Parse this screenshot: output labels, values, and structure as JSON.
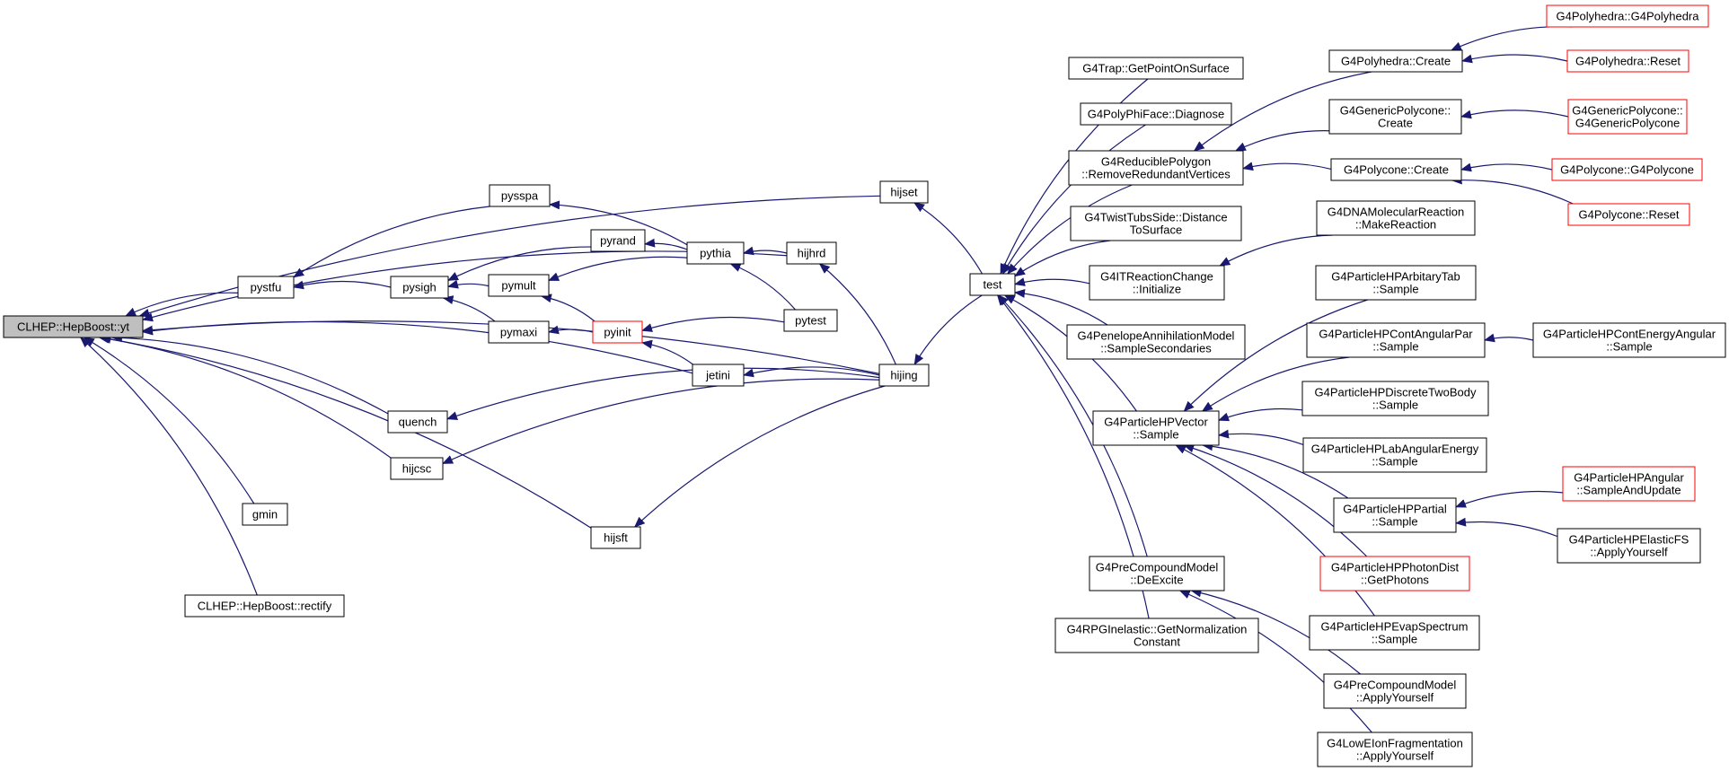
{
  "colors": {
    "edge": "#191970",
    "node_border": "#000000",
    "node_border_incomplete": "#ff0000",
    "root_fill": "#bfbfbf",
    "node_fill": "#ffffff"
  },
  "nodes": [
    {
      "id": "yt",
      "lines": [
        "CLHEP::HepBoost::yt"
      ],
      "style": "root"
    },
    {
      "id": "pystfu",
      "lines": [
        "pystfu"
      ],
      "style": "normal"
    },
    {
      "id": "pysspa",
      "lines": [
        "pysspa"
      ],
      "style": "normal"
    },
    {
      "id": "pysigh",
      "lines": [
        "pysigh"
      ],
      "style": "normal"
    },
    {
      "id": "pyrand",
      "lines": [
        "pyrand"
      ],
      "style": "normal"
    },
    {
      "id": "pymult",
      "lines": [
        "pymult"
      ],
      "style": "normal"
    },
    {
      "id": "pymaxi",
      "lines": [
        "pymaxi"
      ],
      "style": "normal"
    },
    {
      "id": "pyinit",
      "lines": [
        "pyinit"
      ],
      "style": "incomplete"
    },
    {
      "id": "pythia",
      "lines": [
        "pythia"
      ],
      "style": "normal"
    },
    {
      "id": "pytest",
      "lines": [
        "pytest"
      ],
      "style": "normal"
    },
    {
      "id": "hijhrd",
      "lines": [
        "hijhrd"
      ],
      "style": "normal"
    },
    {
      "id": "jetini",
      "lines": [
        "jetini"
      ],
      "style": "normal"
    },
    {
      "id": "quench",
      "lines": [
        "quench"
      ],
      "style": "normal"
    },
    {
      "id": "hijcsc",
      "lines": [
        "hijcsc"
      ],
      "style": "normal"
    },
    {
      "id": "gmin",
      "lines": [
        "gmin"
      ],
      "style": "normal"
    },
    {
      "id": "hijsft",
      "lines": [
        "hijsft"
      ],
      "style": "normal"
    },
    {
      "id": "rectify",
      "lines": [
        "CLHEP::HepBoost::rectify"
      ],
      "style": "normal"
    },
    {
      "id": "hijset",
      "lines": [
        "hijset"
      ],
      "style": "normal"
    },
    {
      "id": "hijing",
      "lines": [
        "hijing"
      ],
      "style": "normal"
    },
    {
      "id": "test",
      "lines": [
        "test"
      ],
      "style": "normal"
    },
    {
      "id": "trap",
      "lines": [
        "G4Trap::GetPointOnSurface"
      ],
      "style": "normal"
    },
    {
      "id": "polyphi",
      "lines": [
        "G4PolyPhiFace::Diagnose"
      ],
      "style": "normal"
    },
    {
      "id": "reducible",
      "lines": [
        "G4ReduciblePolygon",
        "::RemoveRedundantVertices"
      ],
      "style": "normal"
    },
    {
      "id": "twist",
      "lines": [
        "G4TwistTubsSide::Distance",
        "ToSurface"
      ],
      "style": "normal"
    },
    {
      "id": "itreaction",
      "lines": [
        "G4ITReactionChange",
        "::Initialize"
      ],
      "style": "normal"
    },
    {
      "id": "penelope",
      "lines": [
        "G4PenelopeAnnihilationModel",
        "::SampleSecondaries"
      ],
      "style": "normal"
    },
    {
      "id": "hpvector",
      "lines": [
        "G4ParticleHPVector",
        "::Sample"
      ],
      "style": "normal"
    },
    {
      "id": "precomp",
      "lines": [
        "G4PreCompoundModel",
        "::DeExcite"
      ],
      "style": "normal"
    },
    {
      "id": "rpg",
      "lines": [
        "G4RPGInelastic::GetNormalization",
        "Constant"
      ],
      "style": "normal"
    },
    {
      "id": "polyhedra_create",
      "lines": [
        "G4Polyhedra::Create"
      ],
      "style": "normal"
    },
    {
      "id": "genericpoly_create",
      "lines": [
        "G4GenericPolycone::",
        "Create"
      ],
      "style": "normal"
    },
    {
      "id": "polycone_create",
      "lines": [
        "G4Polycone::Create"
      ],
      "style": "normal"
    },
    {
      "id": "dnamol",
      "lines": [
        "G4DNAMolecularReaction",
        "::MakeReaction"
      ],
      "style": "normal"
    },
    {
      "id": "hparb",
      "lines": [
        "G4ParticleHPArbitaryTab",
        "::Sample"
      ],
      "style": "normal"
    },
    {
      "id": "hpcontang",
      "lines": [
        "G4ParticleHPContAngularPar",
        "::Sample"
      ],
      "style": "normal"
    },
    {
      "id": "hpdisc",
      "lines": [
        "G4ParticleHPDiscreteTwoBody",
        "::Sample"
      ],
      "style": "normal"
    },
    {
      "id": "hplab",
      "lines": [
        "G4ParticleHPLabAngularEnergy",
        "::Sample"
      ],
      "style": "normal"
    },
    {
      "id": "hppartial",
      "lines": [
        "G4ParticleHPPartial",
        "::Sample"
      ],
      "style": "normal"
    },
    {
      "id": "hpphoton",
      "lines": [
        "G4ParticleHPPhotonDist",
        "::GetPhotons"
      ],
      "style": "incomplete"
    },
    {
      "id": "hpevap",
      "lines": [
        "G4ParticleHPEvapSpectrum",
        "::Sample"
      ],
      "style": "normal"
    },
    {
      "id": "precomp_apply",
      "lines": [
        "G4PreCompoundModel",
        "::ApplyYourself"
      ],
      "style": "normal"
    },
    {
      "id": "lowe",
      "lines": [
        "G4LowEIonFragmentation",
        "::ApplyYourself"
      ],
      "style": "normal"
    },
    {
      "id": "polyhedra_ctor",
      "lines": [
        "G4Polyhedra::G4Polyhedra"
      ],
      "style": "incomplete"
    },
    {
      "id": "polyhedra_reset",
      "lines": [
        "G4Polyhedra::Reset"
      ],
      "style": "incomplete"
    },
    {
      "id": "genericpoly_ctor",
      "lines": [
        "G4GenericPolycone::",
        "G4GenericPolycone"
      ],
      "style": "incomplete"
    },
    {
      "id": "polycone_ctor",
      "lines": [
        "G4Polycone::G4Polycone"
      ],
      "style": "incomplete"
    },
    {
      "id": "polycone_reset",
      "lines": [
        "G4Polycone::Reset"
      ],
      "style": "incomplete"
    },
    {
      "id": "hpcontenergy",
      "lines": [
        "G4ParticleHPContEnergyAngular",
        "::Sample"
      ],
      "style": "normal"
    },
    {
      "id": "hpangular",
      "lines": [
        "G4ParticleHPAngular",
        "::SampleAndUpdate"
      ],
      "style": "incomplete"
    },
    {
      "id": "hpelastic",
      "lines": [
        "G4ParticleHPElasticFS",
        "::ApplyYourself"
      ],
      "style": "normal"
    }
  ],
  "edges": [
    [
      "pystfu",
      "yt"
    ],
    [
      "hijset",
      "yt"
    ],
    [
      "hijhrd",
      "yt"
    ],
    [
      "hijing",
      "yt"
    ],
    [
      "jetini",
      "yt"
    ],
    [
      "quench",
      "yt"
    ],
    [
      "hijcsc",
      "yt"
    ],
    [
      "gmin",
      "yt"
    ],
    [
      "hijsft",
      "yt"
    ],
    [
      "rectify",
      "yt"
    ],
    [
      "pysspa",
      "pystfu"
    ],
    [
      "pysigh",
      "pystfu"
    ],
    [
      "pyrand",
      "pysigh"
    ],
    [
      "pymult",
      "pysigh"
    ],
    [
      "pymaxi",
      "pysigh"
    ],
    [
      "pythia",
      "pysspa"
    ],
    [
      "pythia",
      "pyrand"
    ],
    [
      "pythia",
      "pymult"
    ],
    [
      "pyinit",
      "pymult"
    ],
    [
      "pyinit",
      "pymaxi"
    ],
    [
      "pytest",
      "pyinit"
    ],
    [
      "jetini",
      "pyinit"
    ],
    [
      "hijhrd",
      "pythia"
    ],
    [
      "pytest",
      "pythia"
    ],
    [
      "hijing",
      "jetini"
    ],
    [
      "hijing",
      "hijhrd"
    ],
    [
      "hijing",
      "quench"
    ],
    [
      "hijing",
      "hijcsc"
    ],
    [
      "hijing",
      "hijsft"
    ],
    [
      "test",
      "hijset"
    ],
    [
      "test",
      "hijing"
    ],
    [
      "trap",
      "test"
    ],
    [
      "polyphi",
      "test"
    ],
    [
      "reducible",
      "test"
    ],
    [
      "twist",
      "test"
    ],
    [
      "itreaction",
      "test"
    ],
    [
      "penelope",
      "test"
    ],
    [
      "hpvector",
      "test"
    ],
    [
      "precomp",
      "test"
    ],
    [
      "rpg",
      "test"
    ],
    [
      "polyhedra_create",
      "reducible"
    ],
    [
      "genericpoly_create",
      "reducible"
    ],
    [
      "polycone_create",
      "reducible"
    ],
    [
      "dnamol",
      "itreaction"
    ],
    [
      "hparb",
      "hpvector"
    ],
    [
      "hpcontang",
      "hpvector"
    ],
    [
      "hpdisc",
      "hpvector"
    ],
    [
      "hplab",
      "hpvector"
    ],
    [
      "hppartial",
      "hpvector"
    ],
    [
      "hpphoton",
      "hpvector"
    ],
    [
      "hpevap",
      "hpvector"
    ],
    [
      "precomp_apply",
      "precomp"
    ],
    [
      "lowe",
      "precomp"
    ],
    [
      "polyhedra_ctor",
      "polyhedra_create"
    ],
    [
      "polyhedra_reset",
      "polyhedra_create"
    ],
    [
      "genericpoly_ctor",
      "genericpoly_create"
    ],
    [
      "polycone_ctor",
      "polycone_create"
    ],
    [
      "polycone_reset",
      "polycone_create"
    ],
    [
      "hpcontenergy",
      "hpcontang"
    ],
    [
      "hpangular",
      "hppartial"
    ],
    [
      "hpelastic",
      "hppartial"
    ]
  ]
}
